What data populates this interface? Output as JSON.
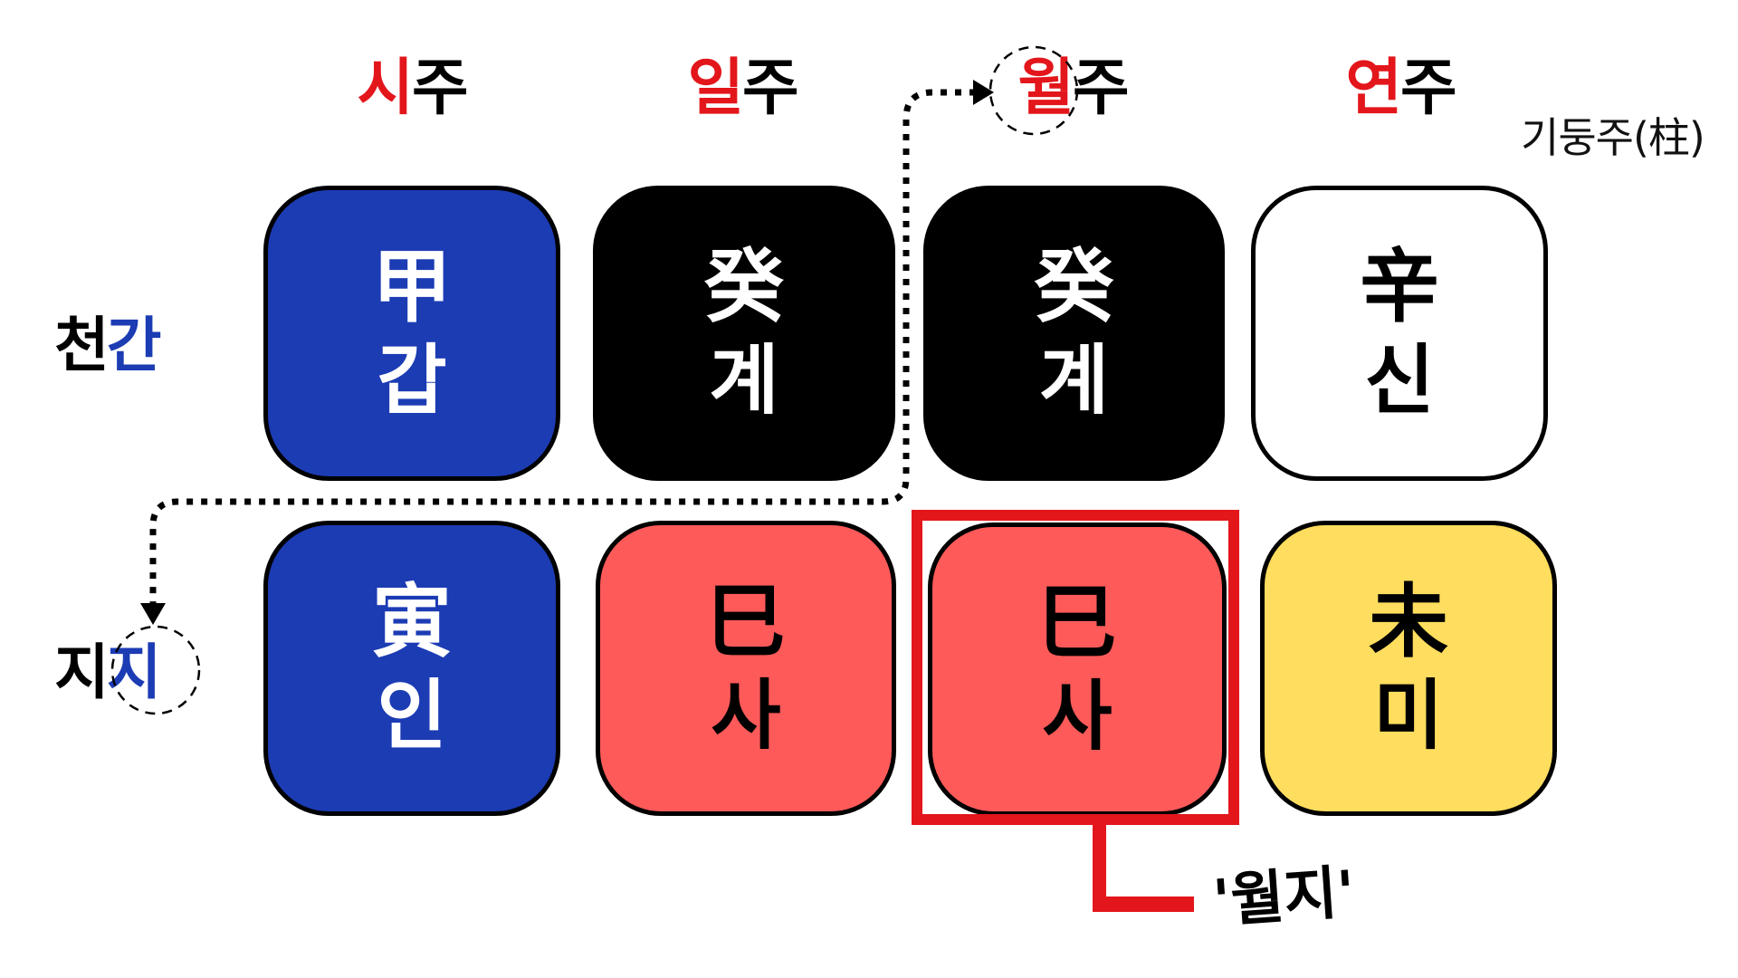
{
  "columns": [
    {
      "highlight": "시",
      "rest": "주"
    },
    {
      "highlight": "일",
      "rest": "주"
    },
    {
      "highlight": "월",
      "rest": "주"
    },
    {
      "highlight": "연",
      "rest": "주"
    }
  ],
  "pillar_note": "기둥주(柱)",
  "rows": [
    {
      "first": "천",
      "highlight": "간"
    },
    {
      "first": "지",
      "highlight": "지"
    }
  ],
  "heavenly_stems": [
    {
      "hanja": "甲",
      "hangul": "갑",
      "bg": "#1c3cb4",
      "fg": "#ffffff"
    },
    {
      "hanja": "癸",
      "hangul": "계",
      "bg": "#000000",
      "fg": "#ffffff"
    },
    {
      "hanja": "癸",
      "hangul": "계",
      "bg": "#000000",
      "fg": "#ffffff"
    },
    {
      "hanja": "辛",
      "hangul": "신",
      "bg": "#ffffff",
      "fg": "#000000"
    }
  ],
  "earthly_branches": [
    {
      "hanja": "寅",
      "hangul": "인",
      "bg": "#1c3cb4",
      "fg": "#ffffff"
    },
    {
      "hanja": "巳",
      "hangul": "사",
      "bg": "#ff5a5a",
      "fg": "#000000"
    },
    {
      "hanja": "巳",
      "hangul": "사",
      "bg": "#ff5a5a",
      "fg": "#000000"
    },
    {
      "hanja": "未",
      "hangul": "미",
      "bg": "#ffdd5e",
      "fg": "#000000"
    }
  ],
  "callout": {
    "label": "'월지'",
    "color": "#e3161b"
  },
  "colors": {
    "red": "#e3161b",
    "blue": "#1c3cb4",
    "salmon": "#ff5a5a",
    "yellow": "#ffdd5e"
  }
}
